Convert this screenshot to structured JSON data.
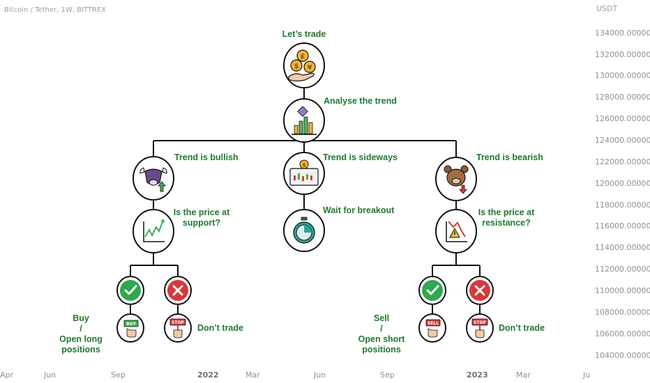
{
  "header": {
    "symbol_info": "Bitcoin / Tether, 1W, BITTREX",
    "currency": "USDT"
  },
  "price_axis": [
    "134000.00000",
    "132000.00000",
    "130000.00000",
    "128000.00000",
    "126000.00000",
    "124000.00000",
    "122000.00000",
    "120000.00000",
    "118000.00000",
    "116000.00000",
    "114000.00000",
    "112000.00000",
    "110000.00000",
    "108000.00000",
    "106000.00000",
    "104000.00000"
  ],
  "time_axis": [
    "Apr",
    "Jun",
    "Sep",
    "2022",
    "Mar",
    "Jun",
    "Sep",
    "2023",
    "Mar",
    "Ju"
  ],
  "diagram": {
    "start": "Let’s trade",
    "analyse": "Analyse the trend",
    "bullish": "Trend is bullish",
    "sideways": "Trend is sideways",
    "bearish": "Trend is bearish",
    "support": "Is the price at\nsupport?",
    "breakout": "Wait for breakout",
    "resistance": "Is the price at\nresistance?",
    "buy": "Buy\n/\nOpen long positions",
    "dont_trade_left": "Don’t trade",
    "sell": "Sell\n/\nOpen short positions",
    "dont_trade_right": "Don’t trade"
  },
  "icons": {
    "buy_sign": "BUY",
    "stop_sign": "STOP",
    "sell_sign": "SELL",
    "coin_symbols": [
      "£",
      "$",
      "¥"
    ],
    "dollar": "$"
  },
  "colors": {
    "label_green": "#1e7a2e",
    "check_green": "#2fa84f",
    "cross_red": "#d9383a",
    "axis_text": "#8b909a"
  }
}
